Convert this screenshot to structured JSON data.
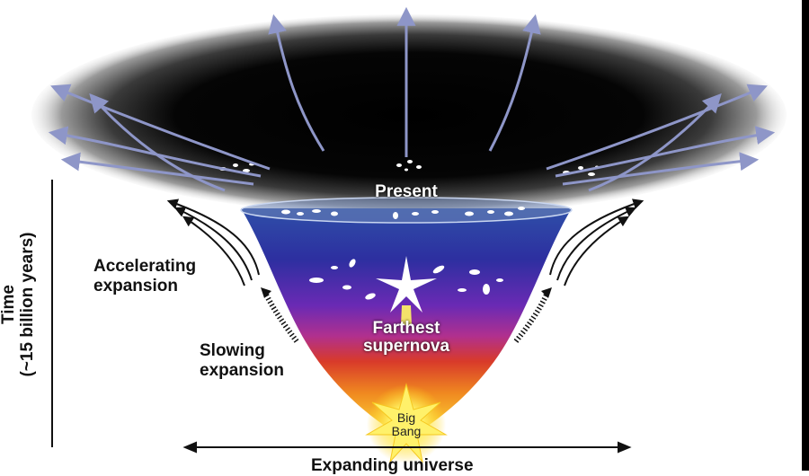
{
  "diagram": {
    "present_label": "Present",
    "farthest_line1": "Farthest",
    "farthest_line2": "supernova",
    "big_line1": "Big",
    "big_line2": "Bang",
    "accel_line1": "Accelerating",
    "accel_line2": "expansion",
    "slow_line1": "Slowing",
    "slow_line2": "expansion",
    "time_line1": "Time",
    "time_line2": "(~15 billion years)",
    "x_axis_label": "Expanding universe"
  },
  "colors": {
    "arrow": "#8e96c8",
    "funnel_top": "#2a3f9a",
    "funnel_mid": "#8a2cb0",
    "funnel_red": "#d63b2c",
    "funnel_bottom": "#ffe23a"
  }
}
